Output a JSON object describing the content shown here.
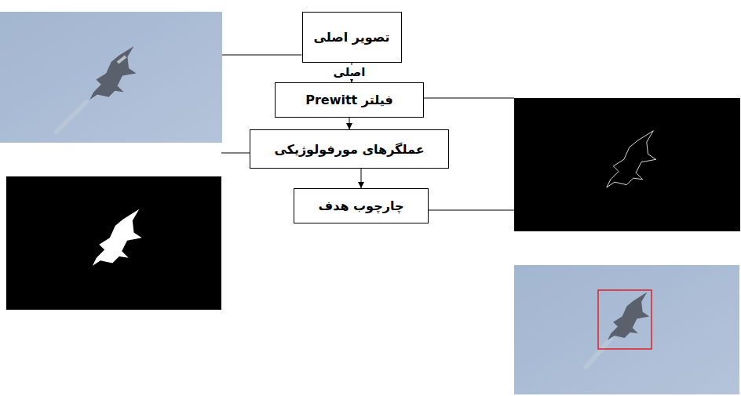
{
  "diagram": {
    "nodes": [
      {
        "text": [
          "تصویر اصلی"
        ]
      },
      {
        "text": [
          "فیلتر Prewitt"
        ]
      },
      {
        "text": [
          "عملگرهای مورفولوژیکی"
        ]
      },
      {
        "text": [
          "چارچوب هدف"
        ]
      }
    ],
    "edges": [
      {
        "from": 0,
        "to": 1,
        "arrow": "to"
      },
      {
        "from": 1,
        "to": 2,
        "arrow": "to"
      },
      {
        "from": 2,
        "to": 3,
        "arrow": "to"
      }
    ],
    "labels": [
      "اصلی"
    ]
  }
}
